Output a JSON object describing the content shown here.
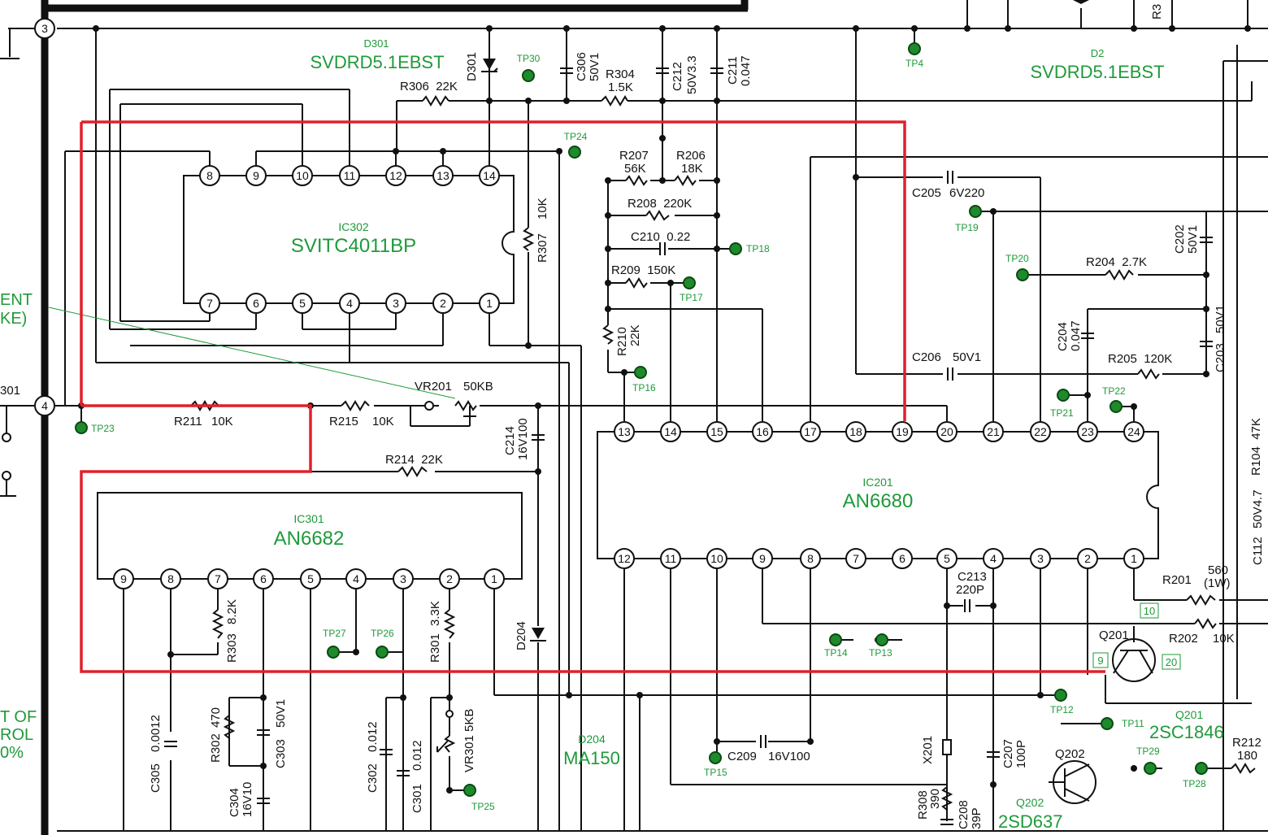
{
  "ics": {
    "ic302": {
      "ref": "IC302",
      "part": "SVITC4011BP"
    },
    "ic301": {
      "ref": "IC301",
      "part": "AN6682"
    },
    "ic201": {
      "ref": "IC201",
      "part": "AN6680"
    }
  },
  "diodes": {
    "d301": {
      "ref": "D301",
      "part": "SVDRD5.1EBST",
      "short": "D301"
    },
    "d2": {
      "ref": "D2",
      "part": "SVDRD5.1EBST"
    },
    "d204": {
      "ref": "D204",
      "part": "MA150",
      "short": "D204"
    }
  },
  "transistors": {
    "q201": {
      "ref": "Q201",
      "part": "2SC1846",
      "ref2": "Q201"
    },
    "q202": {
      "ref": "Q202",
      "part": "2SD637",
      "ref2": "Q202"
    }
  },
  "resistors": {
    "r306": "R306  22K",
    "r304_a": "R304",
    "r304_b": "1.5K",
    "r307_a": "R307",
    "r307_b": "10K",
    "r207_a": "R207",
    "r207_b": "56K",
    "r206_a": "R206",
    "r206_b": "18K",
    "r208": "R208  220K",
    "r209": "R209  150K",
    "r210_a": "R210",
    "r210_b": "22K",
    "r211_a": "R211",
    "r211_b": "10K",
    "r215_a": "R215",
    "r215_b": "10K",
    "r214": "R214  22K",
    "vr201": "VR201",
    "vr201_v": "50KB",
    "r204": "R204  2.7K",
    "r205": "R205  120K",
    "r303_a": "R303",
    "r303_b": "8.2K",
    "r301_a": "R301",
    "r301_b": "3.3K",
    "r302_a": "R302",
    "r302_b": "470",
    "vr301_a": "VR301",
    "vr301_b": "5KB",
    "r201": "R201",
    "r201_v": "560",
    "r201_w": "(1W)",
    "r202": "R202",
    "r202_v": "10K",
    "r212": "R212",
    "r212_v": "180",
    "r308": "R308",
    "r308_v": "390",
    "r3": "R3",
    "r104": "R104  47K"
  },
  "capacitors": {
    "c306_a": "C306",
    "c306_b": "50V1",
    "c212_a": "C212",
    "c212_b": "50V3.3",
    "c211_a": "C211",
    "c211_b": "0.047",
    "c210": "C210  0.22",
    "c205_a": "C205",
    "c205_b": "6V220",
    "c202_a": "C202",
    "c202_b": "50V1",
    "c204_a": "C204",
    "c204_b": "0.047",
    "c203_a": "C203",
    "c203_b": "50V1",
    "c206_a": "C206",
    "c206_b": "50V1",
    "c214_a": "C214",
    "c214_b": "16V100",
    "c213_a": "C213",
    "c213_b": "220P",
    "c207_a": "C207",
    "c207_b": "100P",
    "c208_a": "C208",
    "c208_b": "39P",
    "c209_a": "C209",
    "c209_b": "16V100",
    "c305_a": "C305",
    "c305_b": "0.0012",
    "c303_a": "C303",
    "c303_b": "50V1",
    "c304_a": "C304",
    "c304_b": "16V10",
    "c302_a": "C302",
    "c302_b": "0.012",
    "c301_a": "C301",
    "c301_b": "0.012",
    "c112": "C112",
    "c112_v": "50V4.7",
    "x201": "X201"
  },
  "test_points": [
    "TP30",
    "TP24",
    "TP18",
    "TP17",
    "TP16",
    "TP19",
    "TP20",
    "TP21",
    "TP22",
    "TP23",
    "TP27",
    "TP26",
    "TP14",
    "TP13",
    "TP12",
    "TP11",
    "TP15",
    "TP25",
    "TP29",
    "TP28",
    "TP4"
  ],
  "connectors": {
    "c3": "3",
    "c4": "4",
    "c4_ref": "301"
  },
  "q201_pins": {
    "b": "10",
    "e": "9",
    "c": "20"
  },
  "margin_text": {
    "ent": "ENT",
    "ke": "KE)",
    "tof": "T OF",
    "rol": "ROL",
    "pct": "0%"
  },
  "ic302_pins_top": [
    "8",
    "9",
    "10",
    "11",
    "12",
    "13",
    "14"
  ],
  "ic302_pins_bottom": [
    "7",
    "6",
    "5",
    "4",
    "3",
    "2",
    "1"
  ],
  "ic201_pins_top": [
    "13",
    "14",
    "15",
    "16",
    "17",
    "18",
    "19",
    "20",
    "21",
    "22",
    "23",
    "24"
  ],
  "ic201_pins_bottom": [
    "12",
    "11",
    "10",
    "9",
    "8",
    "7",
    "6",
    "5",
    "4",
    "3",
    "2",
    "1"
  ],
  "ic301_pins": [
    "9",
    "8",
    "7",
    "6",
    "5",
    "4",
    "3",
    "2",
    "1"
  ],
  "colors": {
    "wire": "#111111",
    "label": "#1f9a3a",
    "highlight": "#e0202c",
    "testpoint": "#1f8a2c"
  }
}
